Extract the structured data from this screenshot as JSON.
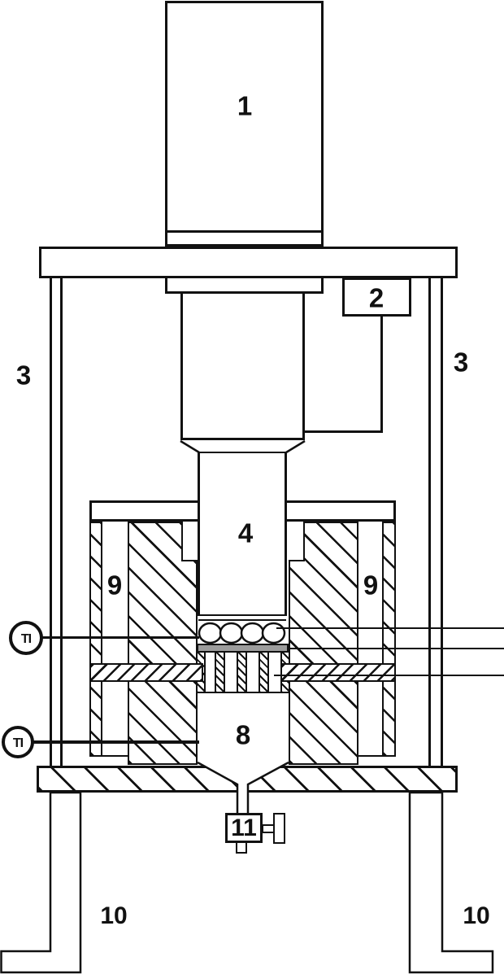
{
  "diagram": {
    "description": "Schematic of a vertical hot-press / sintering apparatus with hydraulic cylinder, ram, heated die with insulation, sample chamber, thermocouples and drain valve",
    "labels": {
      "n1": "1",
      "n2": "2",
      "n3_left": "3",
      "n3_right": "3",
      "n4": "4",
      "n8": "8",
      "n9_left": "9",
      "n9_right": "9",
      "n10_left": "10",
      "n10_right": "10",
      "n11": "11",
      "ti_upper": "TI",
      "ti_lower": "TI"
    },
    "colors": {
      "line": "#111111",
      "background": "#ffffff",
      "sample_bar": "#9c9c9c"
    }
  }
}
